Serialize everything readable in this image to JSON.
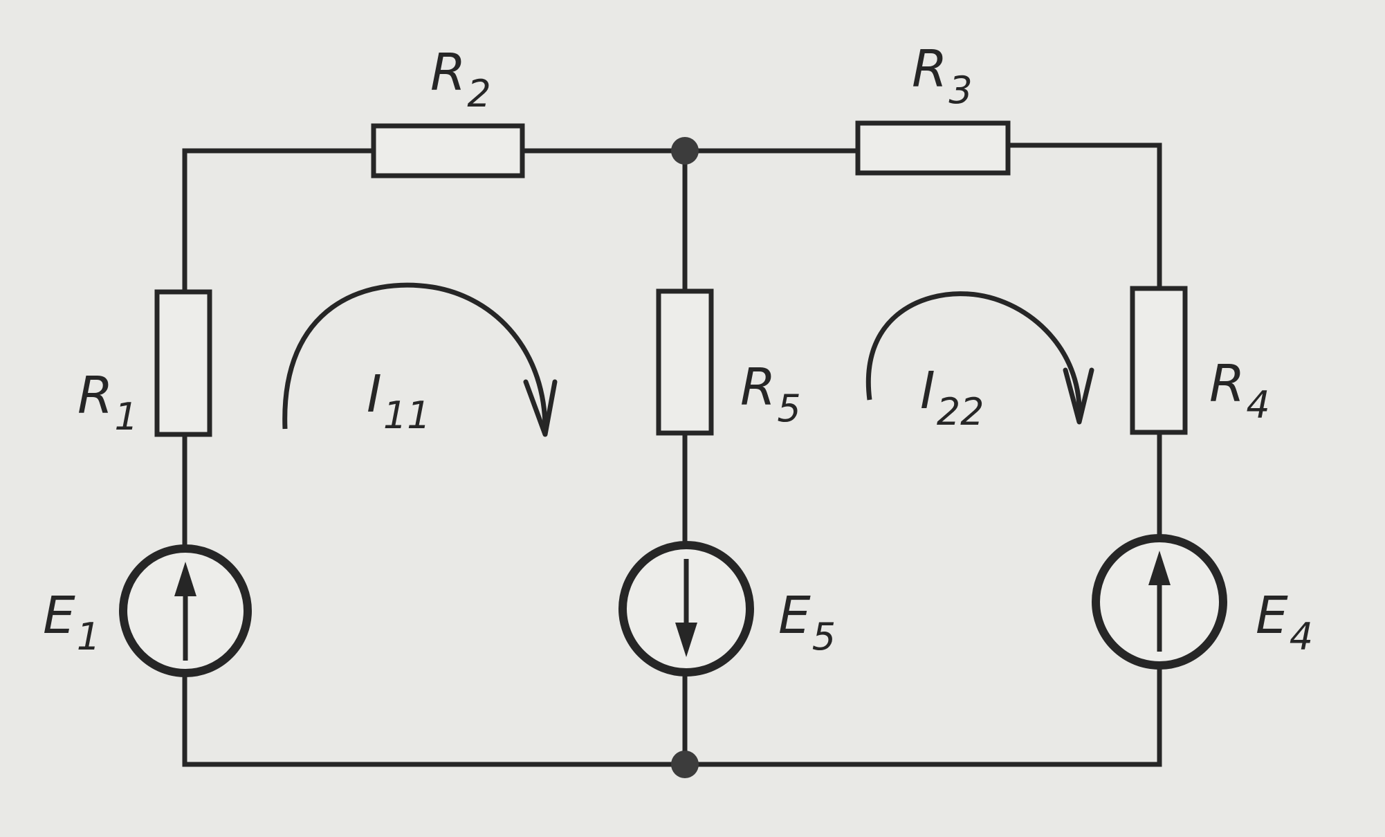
{
  "colors": {
    "paper": "#e9e9e6",
    "ink": "#262626"
  },
  "resistors": [
    {
      "id": "r1",
      "main": "R",
      "sub": "1"
    },
    {
      "id": "r2",
      "main": "R",
      "sub": "2"
    },
    {
      "id": "r3",
      "main": "R",
      "sub": "3"
    },
    {
      "id": "r4",
      "main": "R",
      "sub": "4"
    },
    {
      "id": "r5",
      "main": "R",
      "sub": "5"
    }
  ],
  "sources": [
    {
      "id": "e1",
      "main": "E",
      "sub": "1",
      "arrow": "up"
    },
    {
      "id": "e5",
      "main": "E",
      "sub": "5",
      "arrow": "down"
    },
    {
      "id": "e4",
      "main": "E",
      "sub": "4",
      "arrow": "up"
    }
  ],
  "loop_currents": [
    {
      "id": "i11",
      "main": "I",
      "sub": "11",
      "direction": "clockwise"
    },
    {
      "id": "i22",
      "main": "I",
      "sub": "22",
      "direction": "clockwise"
    }
  ]
}
